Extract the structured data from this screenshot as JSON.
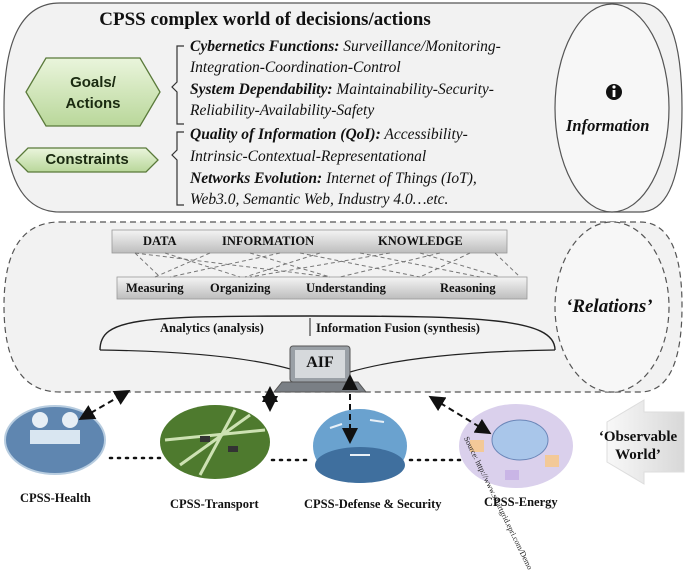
{
  "title": "CPSS complex world of decisions/actions",
  "goals_actions": {
    "line1": "Goals/",
    "line2": "Actions"
  },
  "constraints": "Constraints",
  "information": {
    "label": "Information",
    "icon": "info-icon"
  },
  "lines": [
    {
      "bold": "Cybernetics Functions:",
      "text": " Surveillance/Monitoring-"
    },
    {
      "bold": "",
      "text": "Integration-Coordination-Control"
    },
    {
      "bold": "System Dependability:",
      "text": " Maintainability-Security-"
    },
    {
      "bold": "",
      "text": "Reliability-Availability-Safety"
    },
    {
      "bold": "Quality of Information (QoI):",
      "text": " Accessibility-"
    },
    {
      "bold": "",
      "text": "Intrinsic-Contextual-Representational"
    },
    {
      "bold": "Networks Evolution:",
      "text": " Internet of Things (IoT),"
    },
    {
      "bold": "",
      "text": "Web3.0,  Semantic Web, Industry 4.0…etc."
    }
  ],
  "dik": {
    "data": "DATA",
    "information": "INFORMATION",
    "knowledge": "KNOWLEDGE"
  },
  "processes": {
    "measuring": "Measuring",
    "organizing": "Organizing",
    "understanding": "Understanding",
    "reasoning": "Reasoning"
  },
  "analytics": "Analytics (analysis)",
  "fusion": "Information Fusion (synthesis)",
  "aif": "AIF",
  "relations": "‘Relations’",
  "observable": {
    "line1": "‘Observable",
    "line2": "World’"
  },
  "domains": {
    "health": "CPSS-Health",
    "transport": "CPSS-Transport",
    "defense": "CPSS-Defense & Security",
    "energy": "CPSS-Energy"
  },
  "source_note": "Source: http://www.smartgrid.epri.com/Demo",
  "colors": {
    "hex_fill": "#cfe3b8",
    "hex_stroke": "#5a7a3a",
    "panel_bg": "#f1f1f1",
    "bar_bg": "#d9d9d9"
  }
}
